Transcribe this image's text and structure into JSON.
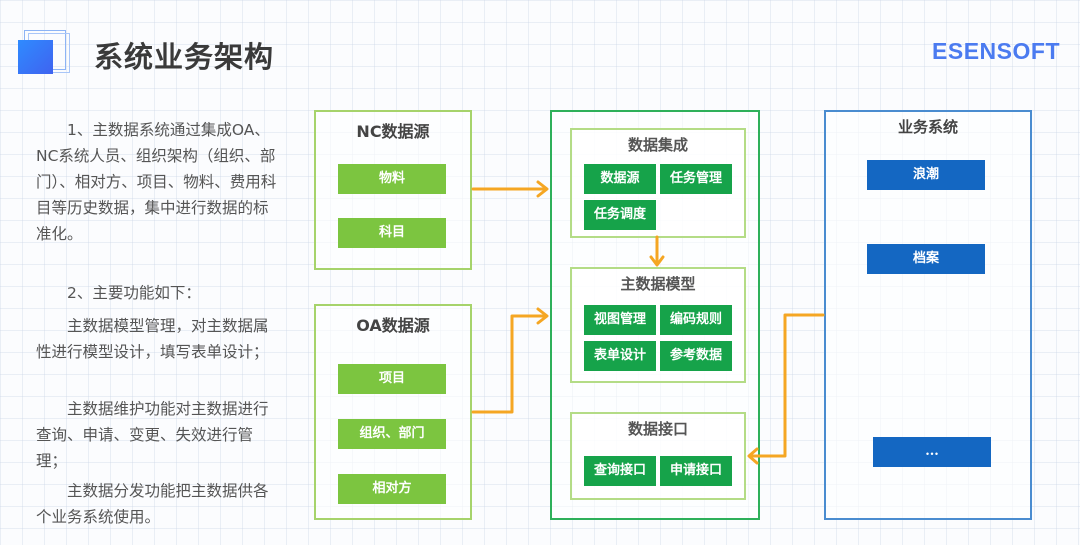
{
  "header": {
    "title": "系统业务架构",
    "brand": "ESENSOFT",
    "logo_icon": "stacked-squares-icon"
  },
  "description": {
    "paragraphs": [
      "1、主数据系统通过集成OA、NC系统人员、组织架构（组织、部门）、相对方、项目、物料、费用科目等历史数据，集中进行数据的标准化。",
      "2、主要功能如下：",
      "主数据模型管理，对主数据属性进行模型设计，填写表单设计；",
      "主数据维护功能对主数据进行查询、申请、变更、失效进行管理；",
      "主数据分发功能把主数据供各个业务系统使用。"
    ]
  },
  "diagram": {
    "nc_source": {
      "title": "NC数据源",
      "items": [
        "物料",
        "科目"
      ]
    },
    "oa_source": {
      "title": "OA数据源",
      "items": [
        "项目",
        "组织、部门",
        "相对方"
      ]
    },
    "master_data": {
      "modules": [
        {
          "title": "数据集成",
          "items": [
            "数据源",
            "任务管理",
            "任务调度"
          ]
        },
        {
          "title": "主数据模型",
          "items": [
            "视图管理",
            "编码规则",
            "表单设计",
            "参考数据"
          ]
        },
        {
          "title": "数据接口",
          "items": [
            "查询接口",
            "申请接口"
          ]
        }
      ]
    },
    "business_systems": {
      "title": "业务系统",
      "items": [
        "浪潮",
        "档案",
        "..."
      ]
    },
    "colors": {
      "source_green": "#7cc540",
      "module_green": "#16a34a",
      "business_blue": "#1467c2",
      "arrow_orange": "#f5a623",
      "brand_blue": "#4b7bf0"
    }
  }
}
